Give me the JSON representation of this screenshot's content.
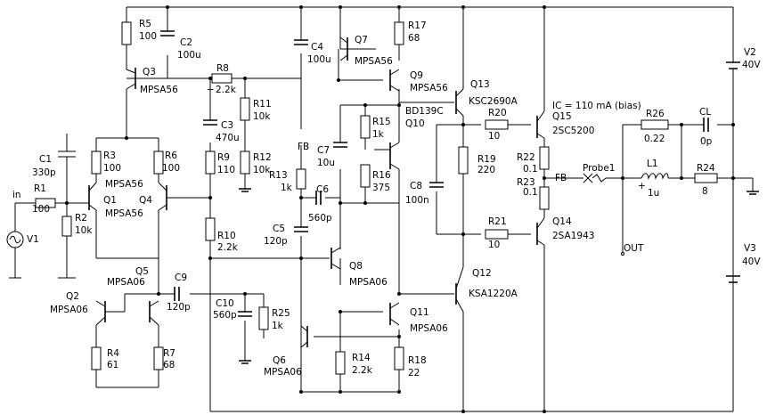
{
  "resistors": [
    {
      "ref": "R1",
      "value": "100"
    },
    {
      "ref": "R2",
      "value": "10k"
    },
    {
      "ref": "R3",
      "value": "100"
    },
    {
      "ref": "R4",
      "value": "61"
    },
    {
      "ref": "R5",
      "value": "100"
    },
    {
      "ref": "R6",
      "value": "100"
    },
    {
      "ref": "R7",
      "value": "68"
    },
    {
      "ref": "R8",
      "value": "2.2k"
    },
    {
      "ref": "R9",
      "value": "110"
    },
    {
      "ref": "R10",
      "value": "2.2k"
    },
    {
      "ref": "R11",
      "value": "10k"
    },
    {
      "ref": "R12",
      "value": "10k"
    },
    {
      "ref": "R13",
      "value": "1k"
    },
    {
      "ref": "R14",
      "value": "2.2k"
    },
    {
      "ref": "R15",
      "value": "1k"
    },
    {
      "ref": "R16",
      "value": "375"
    },
    {
      "ref": "R17",
      "value": "68"
    },
    {
      "ref": "R18",
      "value": "22"
    },
    {
      "ref": "R19",
      "value": "220"
    },
    {
      "ref": "R20",
      "value": "10"
    },
    {
      "ref": "R21",
      "value": "10"
    },
    {
      "ref": "R22",
      "value": "0.1"
    },
    {
      "ref": "R23",
      "value": "0.1"
    },
    {
      "ref": "R24",
      "value": "8"
    },
    {
      "ref": "R25",
      "value": "1k"
    },
    {
      "ref": "R26",
      "value": "0.22"
    }
  ],
  "capacitors": [
    {
      "ref": "C1",
      "value": "330p"
    },
    {
      "ref": "C2",
      "value": "100u"
    },
    {
      "ref": "C3",
      "value": "470u"
    },
    {
      "ref": "C4",
      "value": "100u"
    },
    {
      "ref": "C5",
      "value": "120p"
    },
    {
      "ref": "C6",
      "value": "560p"
    },
    {
      "ref": "C7",
      "value": "10u"
    },
    {
      "ref": "C8",
      "value": "100n"
    },
    {
      "ref": "C9",
      "value": "120p"
    },
    {
      "ref": "C10",
      "value": "560p"
    },
    {
      "ref": "CL",
      "value": "0p"
    }
  ],
  "transistors": [
    {
      "ref": "Q1",
      "model": "MPSA56"
    },
    {
      "ref": "Q2",
      "model": "MPSA06"
    },
    {
      "ref": "Q3",
      "model": "MPSA56"
    },
    {
      "ref": "Q4",
      "model": "MPSA56"
    },
    {
      "ref": "Q5",
      "model": "MPSA06"
    },
    {
      "ref": "Q6",
      "model": "MPSA06"
    },
    {
      "ref": "Q7",
      "model": "MPSA56"
    },
    {
      "ref": "Q8",
      "model": "MPSA06"
    },
    {
      "ref": "Q9",
      "model": "MPSA56"
    },
    {
      "ref": "Q10",
      "model": "BD139C"
    },
    {
      "ref": "Q11",
      "model": "MPSA06"
    },
    {
      "ref": "Q12",
      "model": "KSA1220A"
    },
    {
      "ref": "Q13",
      "model": "KSC2690A"
    },
    {
      "ref": "Q14",
      "model": "2SA1943"
    },
    {
      "ref": "Q15",
      "model": "2SC5200"
    }
  ],
  "inductors": [
    {
      "ref": "L1",
      "value": "1u"
    }
  ],
  "sources": [
    {
      "ref": "V1",
      "value": ""
    },
    {
      "ref": "V2",
      "value": "40V"
    },
    {
      "ref": "V3",
      "value": "40V"
    }
  ],
  "net_labels": {
    "input": "in",
    "feedback_out": "FB",
    "feedback_in": "FB",
    "probe": "Probe1",
    "output": "OUT"
  },
  "annotations": {
    "bias": "IC = 110 mA (bias)"
  },
  "symbols": {
    "minus_sign": "−",
    "plus_sign": "+"
  }
}
